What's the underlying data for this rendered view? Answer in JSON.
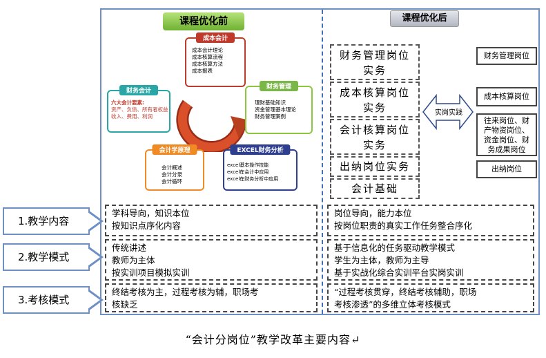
{
  "header": {
    "before_title": "课程优化前",
    "after_title": "课程优化后"
  },
  "cards": {
    "cost": {
      "title": "成本会计",
      "lines": [
        "成本会计理论",
        "成本核算流程",
        "成本核算方法",
        "成本报表"
      ]
    },
    "finance": {
      "title": "财务管理",
      "lines": [
        "理财基础知识",
        "资金管理基本理论",
        "财务管理案例"
      ]
    },
    "accounting": {
      "title": "财务会计",
      "lines": [
        "六大会计要素:",
        "资产、负债、所有者权益",
        "收入、费用、利润"
      ]
    },
    "principles": {
      "title": "会计学原理",
      "lines": [
        "会计概述",
        "会计分录",
        "会计循环"
      ]
    },
    "excel": {
      "title": "EXCEL财务分析",
      "lines": [
        "excel基本操作技能",
        "excel在会计中应用",
        "excel在财务分析中应用"
      ]
    }
  },
  "after": {
    "posts": [
      [
        "财务管理岗位",
        "实务"
      ],
      [
        "成本核算岗位",
        "实务"
      ],
      [
        "会计核算岗位",
        "实务"
      ],
      [
        "出纳岗位实务"
      ],
      [
        "会计基础"
      ]
    ],
    "training_label": "实岗实践",
    "right_posts": [
      [
        "财务管理岗位"
      ],
      [
        "成本核算岗位"
      ],
      [
        "往来岗位、财",
        "产物资岗位、",
        "资金岗位、财",
        "务成果岗位"
      ],
      [
        "出纳岗位"
      ]
    ]
  },
  "rows": [
    {
      "label": "1.教学内容",
      "before": [
        "学科导向，知识本位",
        "按知识点序化内容"
      ],
      "after": [
        "岗位导向，能力本位",
        "按岗位职责的真实工作任务整合序化"
      ]
    },
    {
      "label": "2.教学模式",
      "before": [
        "传统讲述",
        "教师为主体",
        "按实训项目模拟实训"
      ],
      "after": [
        "基于信息化的任务驱动教学模式",
        "学生为主体，教师为主导",
        "基于实战化综合实训平台实岗实训"
      ]
    },
    {
      "label": "3.考核模式",
      "before": [
        "终结考核为主，过程考核为辅，职场考",
        "核缺乏"
      ],
      "after": [
        "“过程考核贯穿，终结考核辅助，职场",
        "考核渗透”的多维立体考核模式"
      ]
    }
  ],
  "caption": "“会计分岗位”教学改革主要内容↵"
}
